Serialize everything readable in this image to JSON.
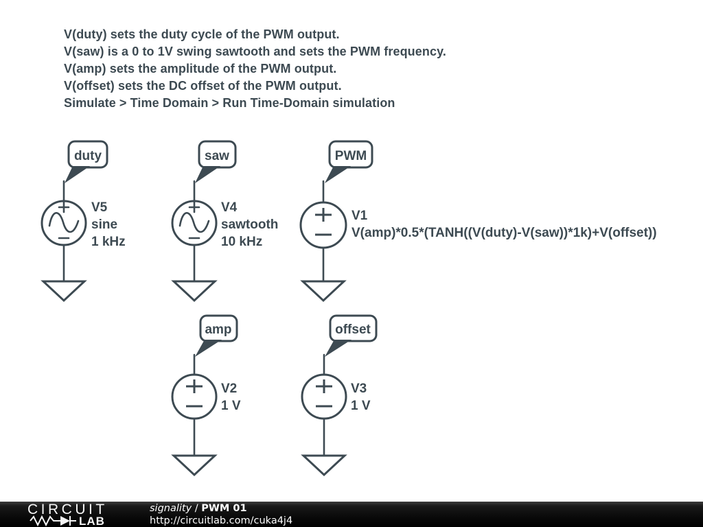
{
  "colors": {
    "ink": "#3d4a52",
    "background": "#ffffff",
    "footer_bg": "#0a0a0a",
    "footer_text": "#ffffff"
  },
  "notes": [
    "V(duty) sets the duty cycle of the PWM output.",
    "V(saw) is a 0 to 1V swing sawtooth and sets the PWM frequency.",
    "V(amp) sets the amplitude of the PWM output.",
    "V(offset) sets the DC offset of the PWM output.",
    "Simulate > Time Domain > Run Time-Domain simulation"
  ],
  "schematic": {
    "duty": {
      "flag": "duty",
      "name": "V5",
      "line2": "sine",
      "line3": "1 kHz"
    },
    "saw": {
      "flag": "saw",
      "name": "V4",
      "line2": "sawtooth",
      "line3": "10 kHz"
    },
    "pwm": {
      "flag": "PWM",
      "name": "V1",
      "expression": "V(amp)*0.5*(TANH((V(duty)-V(saw))*1k)+V(offset))"
    },
    "amp": {
      "flag": "amp",
      "name": "V2",
      "value": "1 V"
    },
    "offset": {
      "flag": "offset",
      "name": "V3",
      "value": "1 V"
    }
  },
  "footer": {
    "logo": {
      "word1": "CIRCUIT",
      "word2": "LAB"
    },
    "author": "signality",
    "separator": "/",
    "title": "PWM 01",
    "url": "http://circuitlab.com/cuka4j4"
  }
}
